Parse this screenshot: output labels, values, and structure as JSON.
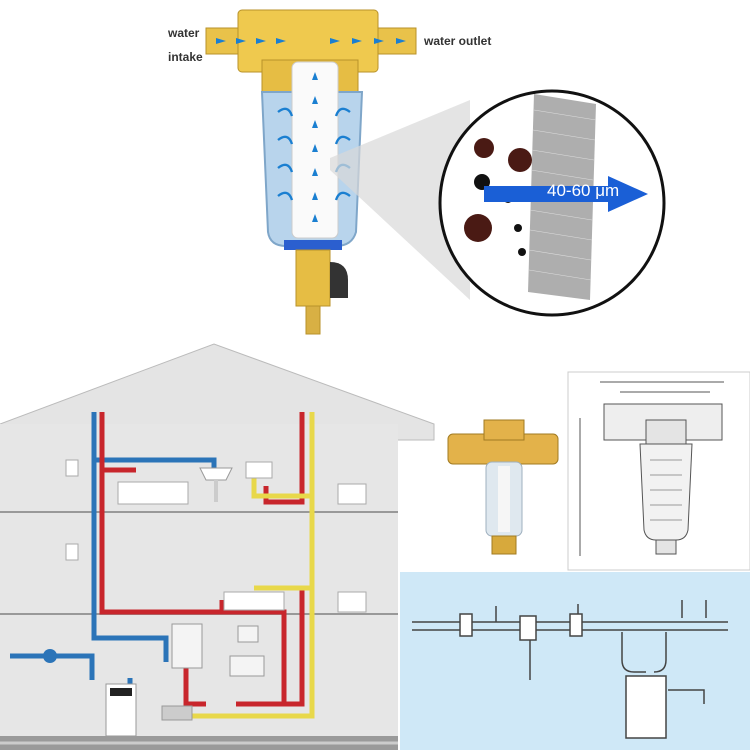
{
  "filter_diagram": {
    "intake_label_line1": "water",
    "intake_label_line2": "intake",
    "outlet_label": "water outlet",
    "mesh_rating": "40-60 μm"
  },
  "colors": {
    "brass": "#e9c24a",
    "flow_arrow": "#1a7fd1",
    "house_wall": "#e4e4e4",
    "hot_pipe": "#c8262c",
    "cold_pipe": "#2b74b8",
    "yellow_pipe": "#e8d84a",
    "install_bg": "#cfe8f7",
    "mesh_arrow": "#1a5fd6"
  }
}
